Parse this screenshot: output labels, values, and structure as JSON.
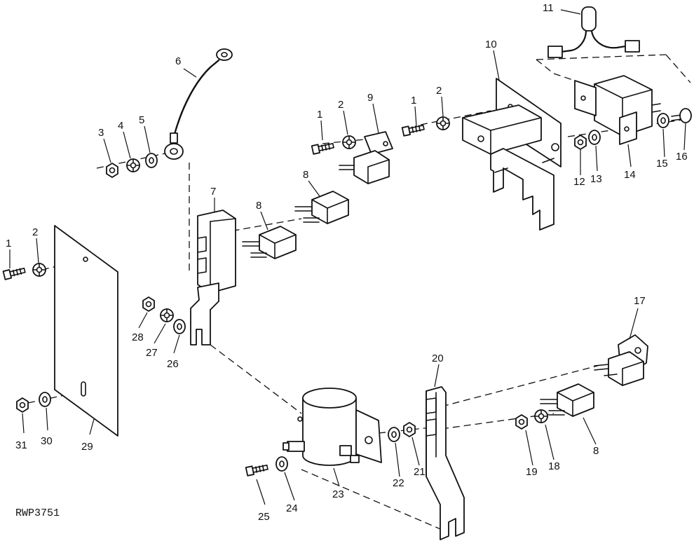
{
  "diagram": {
    "reference_code": "RWP3751",
    "callouts": [
      {
        "id": "c-1a",
        "label": "1"
      },
      {
        "id": "c-2a",
        "label": "2"
      },
      {
        "id": "c-3",
        "label": "3"
      },
      {
        "id": "c-4",
        "label": "4"
      },
      {
        "id": "c-5",
        "label": "5"
      },
      {
        "id": "c-6",
        "label": "6"
      },
      {
        "id": "c-7",
        "label": "7"
      },
      {
        "id": "c-8a",
        "label": "8"
      },
      {
        "id": "c-8b",
        "label": "8"
      },
      {
        "id": "c-1b",
        "label": "1"
      },
      {
        "id": "c-2b",
        "label": "2"
      },
      {
        "id": "c-9",
        "label": "9"
      },
      {
        "id": "c-1c",
        "label": "1"
      },
      {
        "id": "c-2c",
        "label": "2"
      },
      {
        "id": "c-10",
        "label": "10"
      },
      {
        "id": "c-11",
        "label": "11"
      },
      {
        "id": "c-12",
        "label": "12"
      },
      {
        "id": "c-13",
        "label": "13"
      },
      {
        "id": "c-14",
        "label": "14"
      },
      {
        "id": "c-15",
        "label": "15"
      },
      {
        "id": "c-16",
        "label": "16"
      },
      {
        "id": "c-17",
        "label": "17"
      },
      {
        "id": "c-8c",
        "label": "8"
      },
      {
        "id": "c-18",
        "label": "18"
      },
      {
        "id": "c-19",
        "label": "19"
      },
      {
        "id": "c-20",
        "label": "20"
      },
      {
        "id": "c-21",
        "label": "21"
      },
      {
        "id": "c-22",
        "label": "22"
      },
      {
        "id": "c-23",
        "label": "23"
      },
      {
        "id": "c-24",
        "label": "24"
      },
      {
        "id": "c-25",
        "label": "25"
      },
      {
        "id": "c-26",
        "label": "26"
      },
      {
        "id": "c-27",
        "label": "27"
      },
      {
        "id": "c-28",
        "label": "28"
      },
      {
        "id": "c-29",
        "label": "29"
      },
      {
        "id": "c-30",
        "label": "30"
      },
      {
        "id": "c-31",
        "label": "31"
      }
    ]
  }
}
